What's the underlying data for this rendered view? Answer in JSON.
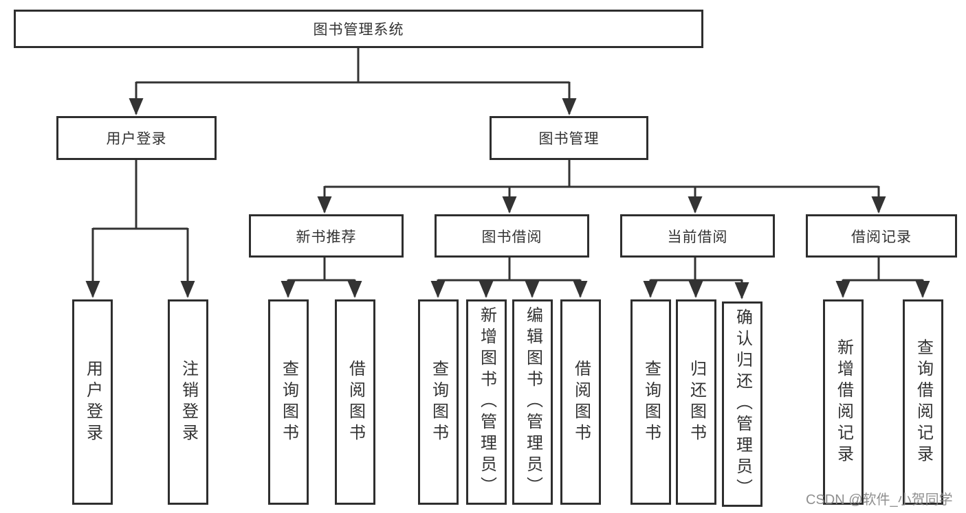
{
  "diagram": {
    "tree": {
      "root": "图书管理系统",
      "children": [
        {
          "label": "用户登录",
          "children": [
            {
              "label": "用户登录"
            },
            {
              "label": "注销登录"
            }
          ]
        },
        {
          "label": "图书管理",
          "children": [
            {
              "label": "新书推荐",
              "children": [
                {
                  "label": "查询图书"
                },
                {
                  "label": "借阅图书"
                }
              ]
            },
            {
              "label": "图书借阅",
              "children": [
                {
                  "label": "查询图书"
                },
                {
                  "label": "新增图书（管理员）"
                },
                {
                  "label": "编辑图书（管理员）"
                },
                {
                  "label": "借阅图书"
                }
              ]
            },
            {
              "label": "当前借阅",
              "children": [
                {
                  "label": "查询图书"
                },
                {
                  "label": "归还图书"
                },
                {
                  "label": "确认归还（管理员）"
                }
              ]
            },
            {
              "label": "借阅记录",
              "children": [
                {
                  "label": "新增借阅记录"
                },
                {
                  "label": "查询借阅记录"
                }
              ]
            }
          ]
        }
      ]
    },
    "colors": {
      "line": "#333333",
      "box_border": "#2e2e2e",
      "box_background": "#ffffff",
      "text": "#333333",
      "watermark": "#868686",
      "page_background": "#ffffff"
    }
  },
  "watermark": {
    "text": "CSDN @软件_小贺同学"
  }
}
